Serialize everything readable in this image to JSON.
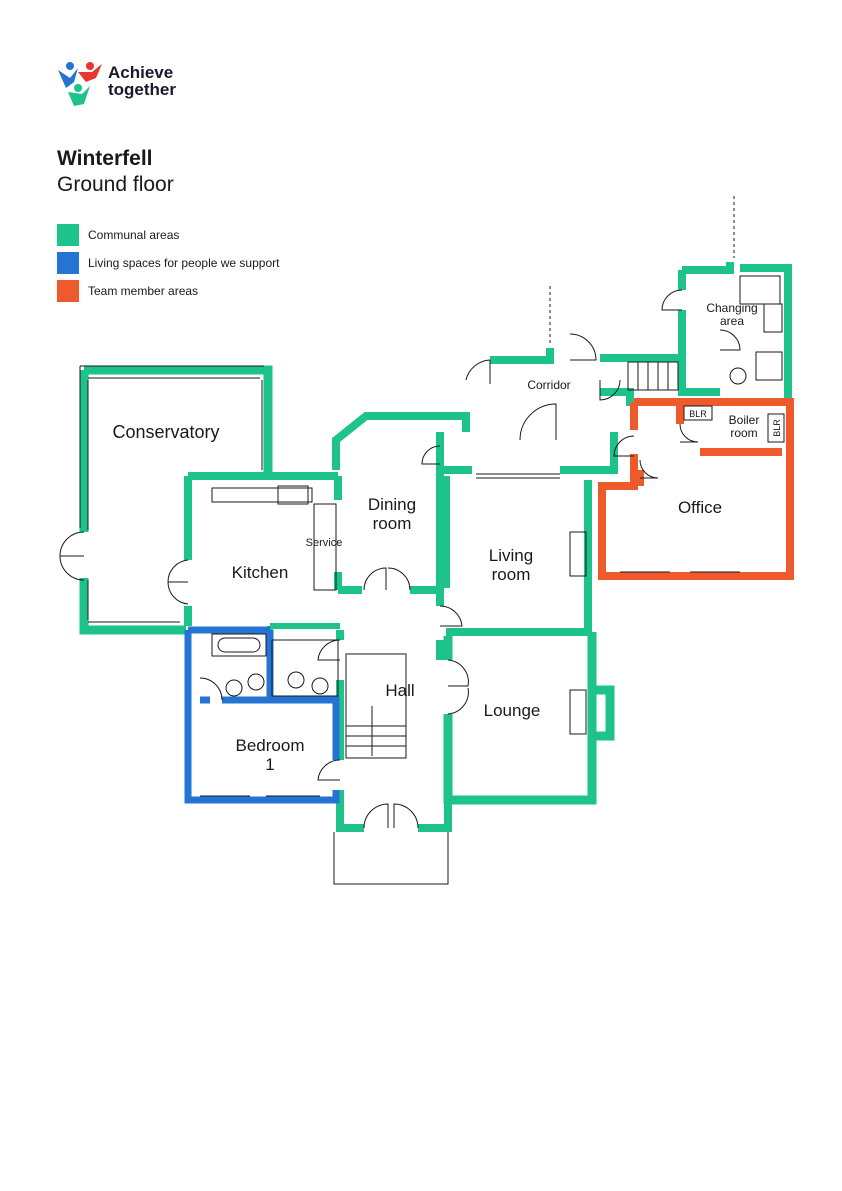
{
  "logo": {
    "line1": "Achieve",
    "line2": "together"
  },
  "title": {
    "name": "Winterfell",
    "floor": "Ground floor"
  },
  "colors": {
    "communal": "#1ec28b",
    "living": "#2374d3",
    "team": "#ef5a2d",
    "wall_outline": "#1a1a1a"
  },
  "legend": [
    {
      "label": "Communal areas",
      "color": "#1ec28b"
    },
    {
      "label": "Living spaces for people we support",
      "color": "#2374d3"
    },
    {
      "label": "Team member areas",
      "color": "#ef5a2d"
    }
  ],
  "rooms": {
    "conservatory": "Conservatory",
    "kitchen": "Kitchen",
    "service": "Service",
    "dining_1": "Dining",
    "dining_2": "room",
    "living_1": "Living",
    "living_2": "room",
    "corridor": "Corridor",
    "changing_1": "Changing",
    "changing_2": "area",
    "boiler_1": "Boiler",
    "boiler_2": "room",
    "blr": "BLR",
    "office": "Office",
    "hall": "Hall",
    "lounge": "Lounge",
    "bedroom_1": "Bedroom",
    "bedroom_2": "1"
  }
}
